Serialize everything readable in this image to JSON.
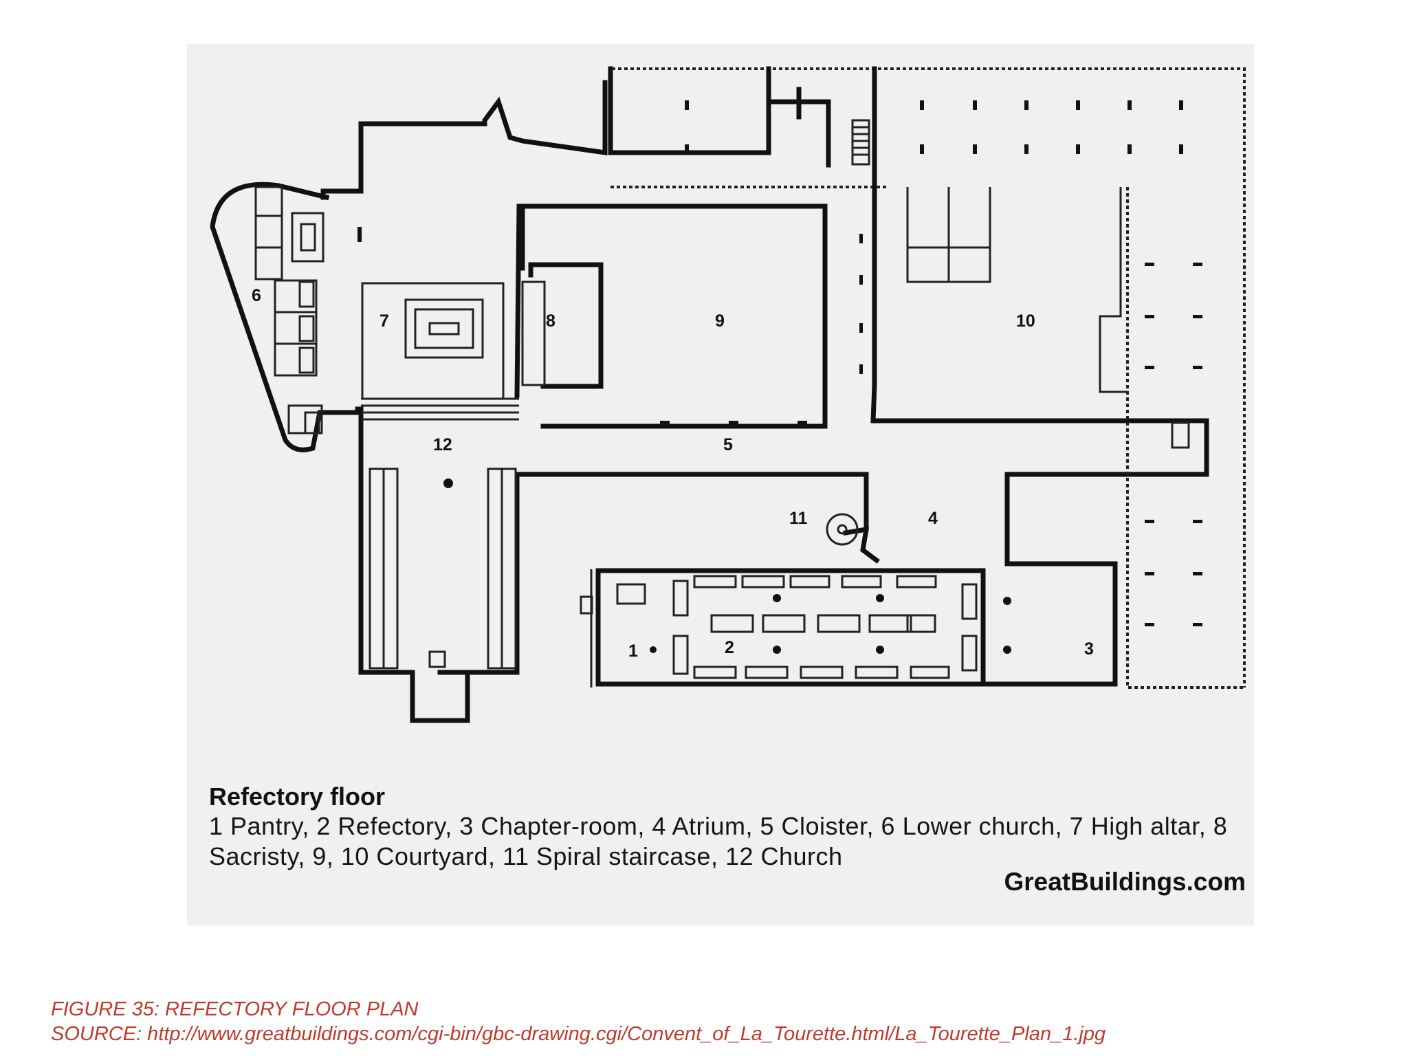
{
  "diagram": {
    "room_numbers": [
      "1",
      "2",
      "3",
      "4",
      "5",
      "6",
      "7",
      "8",
      "9",
      "10",
      "11",
      "12"
    ],
    "legend_title": "Refectory floor",
    "legend_text": "1 Pantry, 2 Refectory, 3 Chapter-room, 4 Atrium, 5 Cloister, 6 Lower church, 7 High altar, 8 Sacristy, 9, 10 Courtyard, 11 Spiral staircase, 12 Church",
    "credit": "GreatBuildings.com"
  },
  "caption": {
    "figure": "FIGURE 35: REFECTORY FLOOR PLAN",
    "source": "SOURCE: http://www.greatbuildings.com/cgi-bin/gbc-drawing.cgi/Convent_of_La_Tourette.html/La_Tourette_Plan_1.jpg"
  },
  "colors": {
    "caption": "#c0392b",
    "linework": "#111111",
    "card_background": "#f1f0ee"
  }
}
